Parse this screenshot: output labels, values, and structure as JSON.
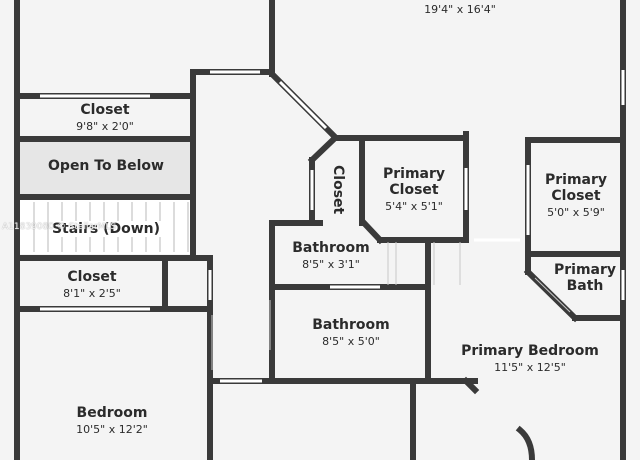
{
  "colors": {
    "wall": "#3a3a3a",
    "floor": "#f4f4f4",
    "gray_room": "#e6e6e6",
    "window": "#ffffff"
  },
  "rooms": {
    "top_left_room": {
      "name": "",
      "dims": ""
    },
    "top_room": {
      "name": "",
      "dims": "19'4\" x 16'4\""
    },
    "closet_upper": {
      "name": "Closet",
      "dims": "9'8\" x 2'0\""
    },
    "open_to_below": {
      "name": "Open To Below"
    },
    "stairs": {
      "name": "Stairs (Down)"
    },
    "closet_hall": {
      "name": "Closet"
    },
    "primary_closet_left": {
      "name": "Primary Closet",
      "dims": "5'4\" x 5'1\""
    },
    "primary_closet_right": {
      "name": "Primary Closet",
      "dims": "5'0\" x 5'9\""
    },
    "primary_bath": {
      "name": "Primary Bath"
    },
    "bathroom_small": {
      "name": "Bathroom",
      "dims": "8'5\" x 3'1\""
    },
    "closet_lower": {
      "name": "Closet",
      "dims": "8'1\" x 2'5\""
    },
    "bathroom_main": {
      "name": "Bathroom",
      "dims": "8'5\" x 5'0\""
    },
    "primary_bedroom": {
      "name": "Primary Bedroom",
      "dims": "11'5\" x 12'5\""
    },
    "bedroom": {
      "name": "Bedroom",
      "dims": "10'5\" x 12'2\""
    }
  },
  "watermark": "A11839080 © StellarMLS"
}
